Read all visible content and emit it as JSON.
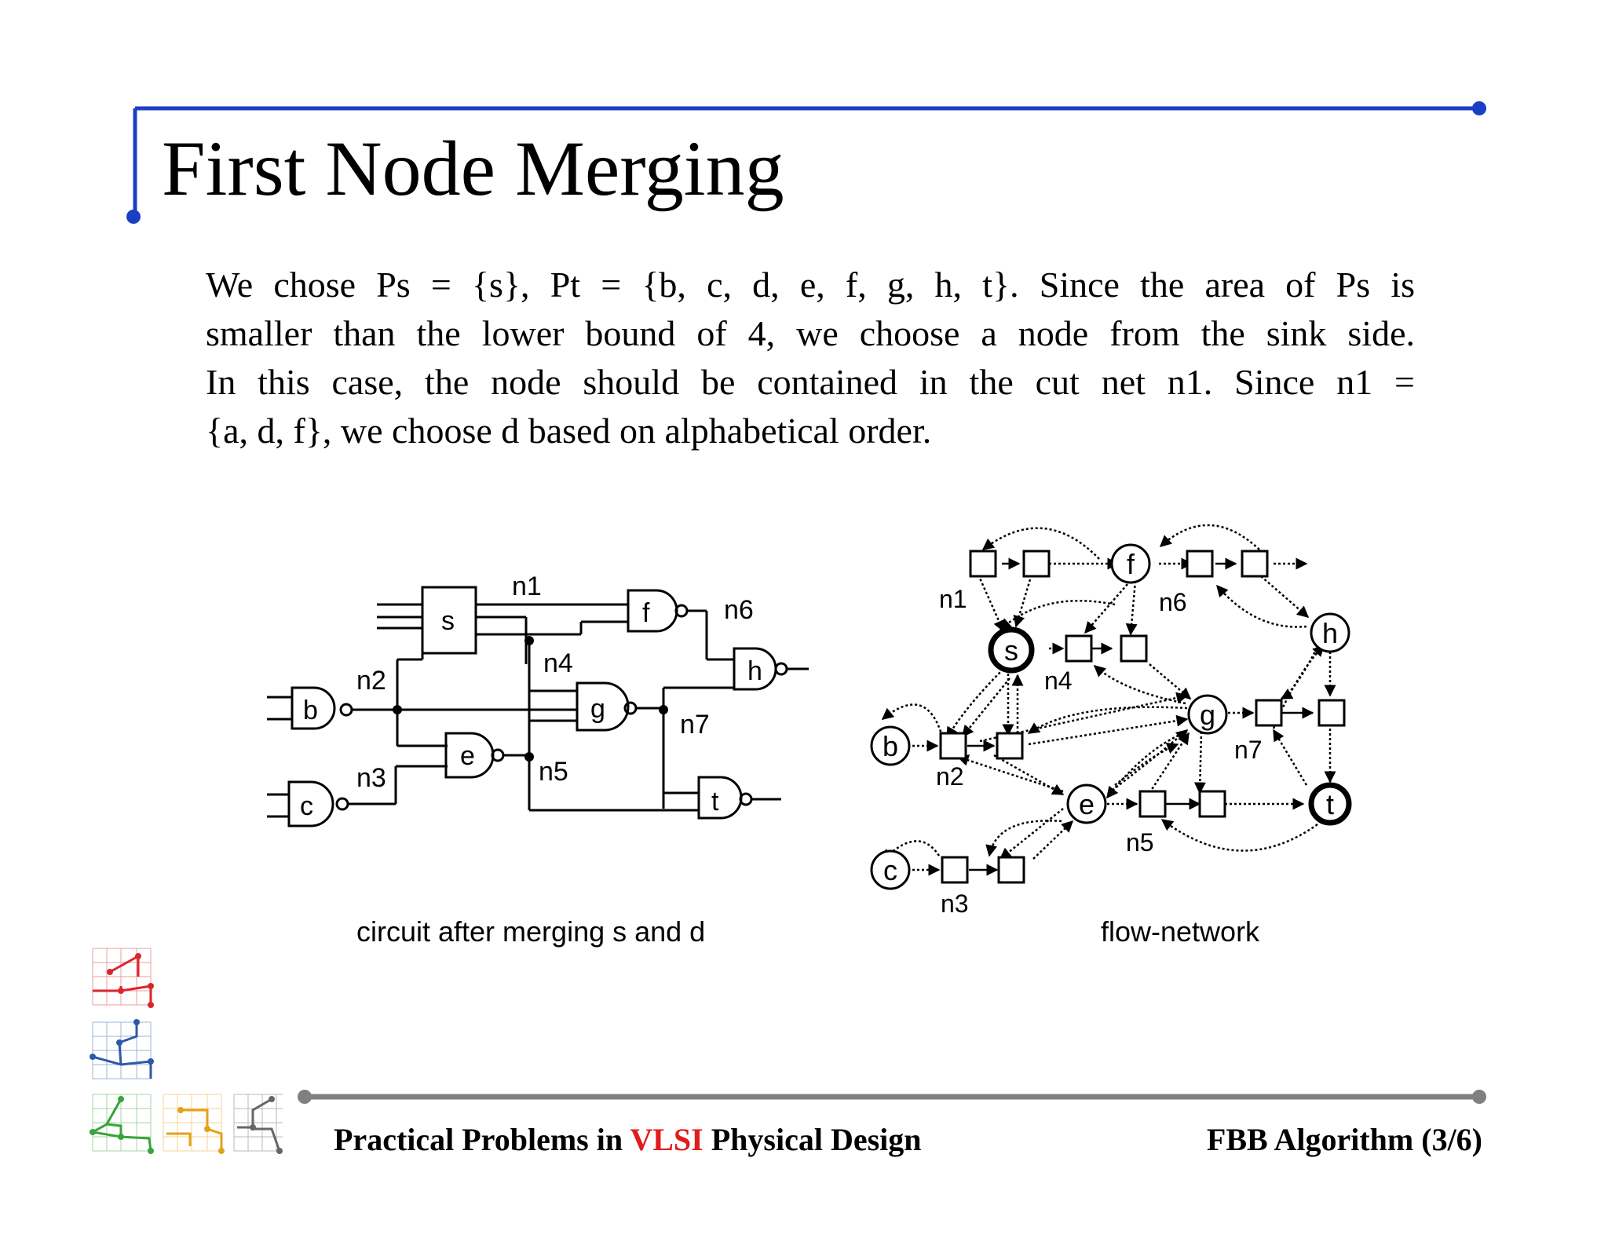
{
  "slide": {
    "title": "First Node Merging",
    "paragraph": {
      "line1": "We chose Ps = {s}, Pt = {b, c, d, e, f, g, h, t}. Since the area of Ps is",
      "line2": "smaller than the lower bound of 4, we choose a node from the sink side.",
      "line3": "In this case, the node should be contained in the cut net n1. Since n1 =",
      "line4": "{a, d, f}, we choose d based on alphabetical order."
    }
  },
  "circuit": {
    "caption": "circuit after merging s and d",
    "gates": [
      "s",
      "f",
      "h",
      "g",
      "b",
      "e",
      "c",
      "t"
    ],
    "nets": [
      "n1",
      "n6",
      "n4",
      "n2",
      "n7",
      "n5",
      "n3"
    ]
  },
  "flow_network": {
    "caption": "flow-network",
    "nodes": [
      "f",
      "h",
      "s",
      "g",
      "b",
      "e",
      "t",
      "c"
    ],
    "nets": [
      "n1",
      "n6",
      "n4",
      "n7",
      "n2",
      "n5",
      "n3"
    ]
  },
  "footer": {
    "left_prefix": "Practical Problems in ",
    "left_highlight": "VLSI",
    "left_suffix": " Physical Design",
    "right": "FBB Algorithm (3/6)"
  },
  "colors": {
    "frame_blue": "#1a3fc4",
    "footer_rule_gray": "#808080",
    "highlight_red": "#e21b1b",
    "logo_red": "#d9262c",
    "logo_blue": "#2a5aa8",
    "logo_green": "#3aa23a",
    "logo_yellow": "#e3a21a",
    "logo_gray": "#666666"
  }
}
